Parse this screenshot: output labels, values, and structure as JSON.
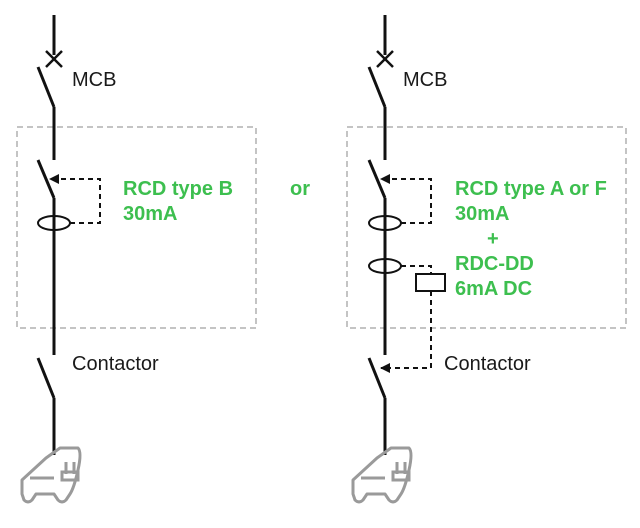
{
  "colors": {
    "accent_green": "#3dbf4f",
    "line": "#111111",
    "dashed_box": "#b0b0b0",
    "icon_gray": "#9a9a9a"
  },
  "left": {
    "mcb_label": "MCB",
    "rcd_line1": "RCD type B",
    "rcd_line2": "30mA",
    "contactor_label": "Contactor"
  },
  "separator": "or",
  "right": {
    "mcb_label": "MCB",
    "rcd_line1": "RCD type A or F",
    "rcd_line2": "30mA",
    "plus": "+",
    "rdc_line1": "RDC-DD",
    "rdc_line2": "6mA DC",
    "contactor_label": "Contactor"
  },
  "icons": [
    "ev-car-icon",
    "ev-car-icon"
  ]
}
